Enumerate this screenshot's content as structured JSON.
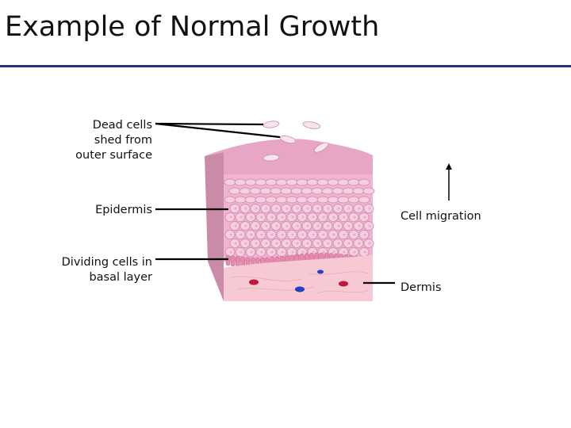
{
  "title": "Example of Normal Growth",
  "colors": {
    "title_rule": "#2b2f7a",
    "epidermis": "#f2b3d0",
    "cell_fill": "#f6cfe1",
    "cell_stroke": "#c98aab",
    "basal_cells": "#e88aae",
    "dermis": "#f7c9d3",
    "surface": "#e8a6c6",
    "blood_red": "#c0183a",
    "blood_blue": "#2040c0"
  },
  "labels": {
    "dead_cells": [
      "Dead cells",
      "shed from",
      "outer surface"
    ],
    "epidermis": "Epidermis",
    "dividing_cells": [
      "Dividing cells in",
      "basal layer"
    ],
    "cell_migration": "Cell migration",
    "dermis": "Dermis"
  }
}
